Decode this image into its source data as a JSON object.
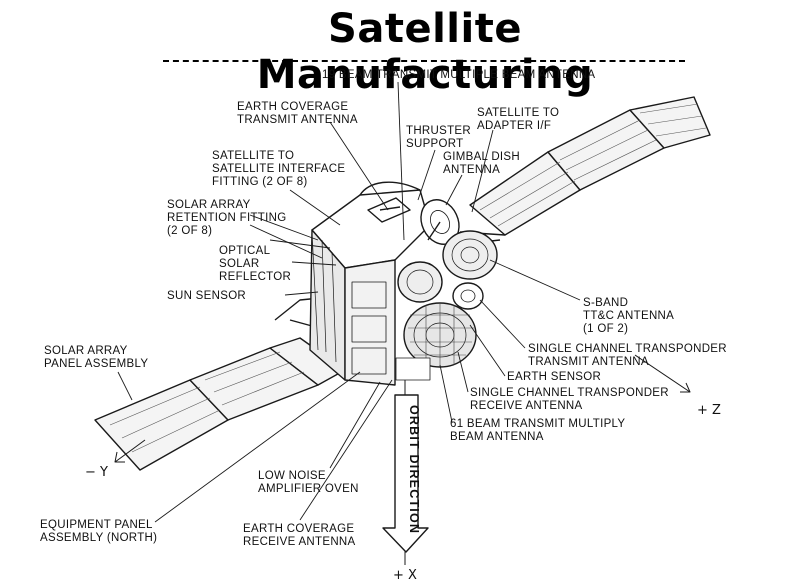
{
  "title": "Satellite Manufacturing",
  "labels": {
    "beam19": "19 BEAM TRANSMIT MULTIPLE BEAM ANTENNA",
    "earth_cov_tx": "EARTH COVERAGE\nTRANSMIT ANTENNA",
    "thruster": "THRUSTER\nSUPPORT",
    "sat_adapter": "SATELLITE TO\nADAPTER I/F",
    "gimbal": "GIMBAL DISH\nANTENNA",
    "sat_interface": "SATELLITE TO\nSATELLITE INTERFACE\nFITTING (2 OF 8)",
    "solar_retention": "SOLAR ARRAY\nRETENTION FITTING\n(2 OF 8)",
    "optical": "OPTICAL\nSOLAR\nREFLECTOR",
    "sun_sensor": "SUN SENSOR",
    "solar_panel": "SOLAR ARRAY\nPANEL ASSEMBLY",
    "sband": "S-BAND\nTT&C ANTENNA\n(1 OF 2)",
    "sc_transmit": "SINGLE CHANNEL TRANSPONDER\nTRANSMIT ANTENNA",
    "earth_sensor": "EARTH SENSOR",
    "sc_receive": "SINGLE CHANNEL TRANSPONDER\nRECEIVE ANTENNA",
    "beam61": "61 BEAM TRANSMIT MULTIPLY\nBEAM ANTENNA",
    "low_noise": "LOW NOISE\nAMPLIFIER OVEN",
    "equip_panel": "EQUIPMENT PANEL\nASSEMBLY (NORTH)",
    "earth_cov_rx": "EARTH COVERAGE\nRECEIVE ANTENNA",
    "orbit_direction": "ORBIT DIRECTION"
  },
  "axes": {
    "plus_z": "+ Z",
    "minus_y": "− Y",
    "plus_x": "+ X"
  }
}
